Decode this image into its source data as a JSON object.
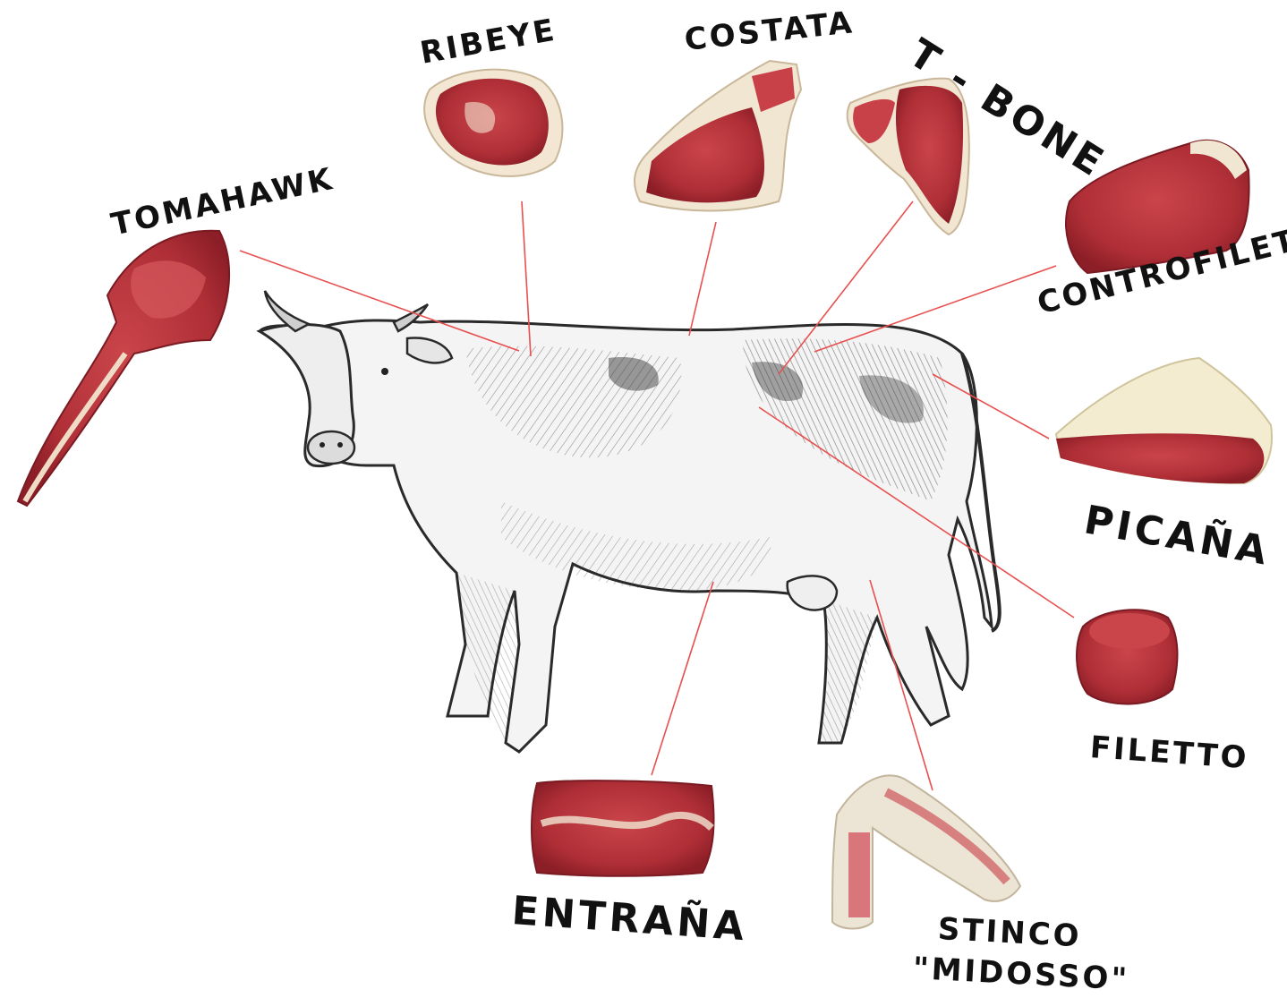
{
  "colors": {
    "leader_line": "#e8504f",
    "meat_red": "#b8323a",
    "meat_dark": "#8e1f28",
    "fat_cream": "#f1e6d2",
    "bone": "#ece4d4",
    "ink": "#111111"
  },
  "illustration": {
    "subject": "cow-sketch",
    "style": "pencil-drawing"
  },
  "cuts": [
    {
      "id": "tomahawk",
      "label": "TOMAHAWK"
    },
    {
      "id": "ribeye",
      "label": "RIBEYE"
    },
    {
      "id": "costata",
      "label": "COSTATA"
    },
    {
      "id": "tbone",
      "label": "T - BONE"
    },
    {
      "id": "controfiletto",
      "label": "CONTROFILETTO"
    },
    {
      "id": "picana",
      "label": "PICAÑA"
    },
    {
      "id": "filetto",
      "label": "FILETTO"
    },
    {
      "id": "entrana",
      "label": "ENTRAÑA"
    },
    {
      "id": "stinco",
      "label": "STINCO",
      "label2": "\"MIDOSSO\""
    }
  ]
}
